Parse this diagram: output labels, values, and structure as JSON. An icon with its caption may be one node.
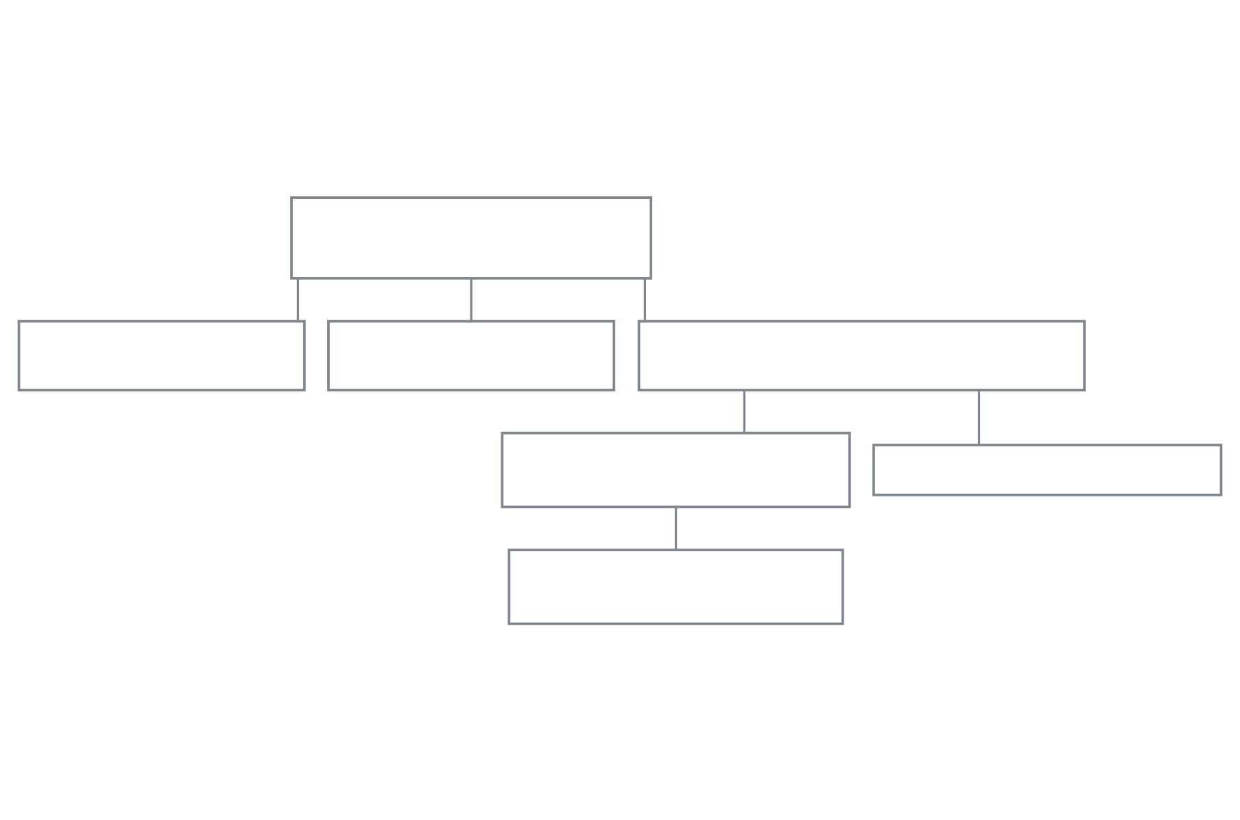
{
  "diagram": {
    "nodes": [
      {
        "text": [],
        "shape": "box"
      },
      {
        "text": [],
        "shape": "box"
      },
      {
        "text": [],
        "shape": "box"
      },
      {
        "text": [],
        "shape": "box"
      },
      {
        "text": [],
        "shape": "box"
      },
      {
        "text": [],
        "shape": "box"
      },
      {
        "text": [],
        "shape": "box"
      }
    ],
    "edges": [
      {
        "from": 0,
        "to": 1,
        "arrow": "none"
      },
      {
        "from": 0,
        "to": 2,
        "arrow": "none"
      },
      {
        "from": 0,
        "to": 3,
        "arrow": "none"
      },
      {
        "from": 3,
        "to": 4,
        "arrow": "none"
      },
      {
        "from": 4,
        "to": 5,
        "arrow": "none"
      },
      {
        "from": 3,
        "to": 6,
        "arrow": "none"
      }
    ]
  }
}
